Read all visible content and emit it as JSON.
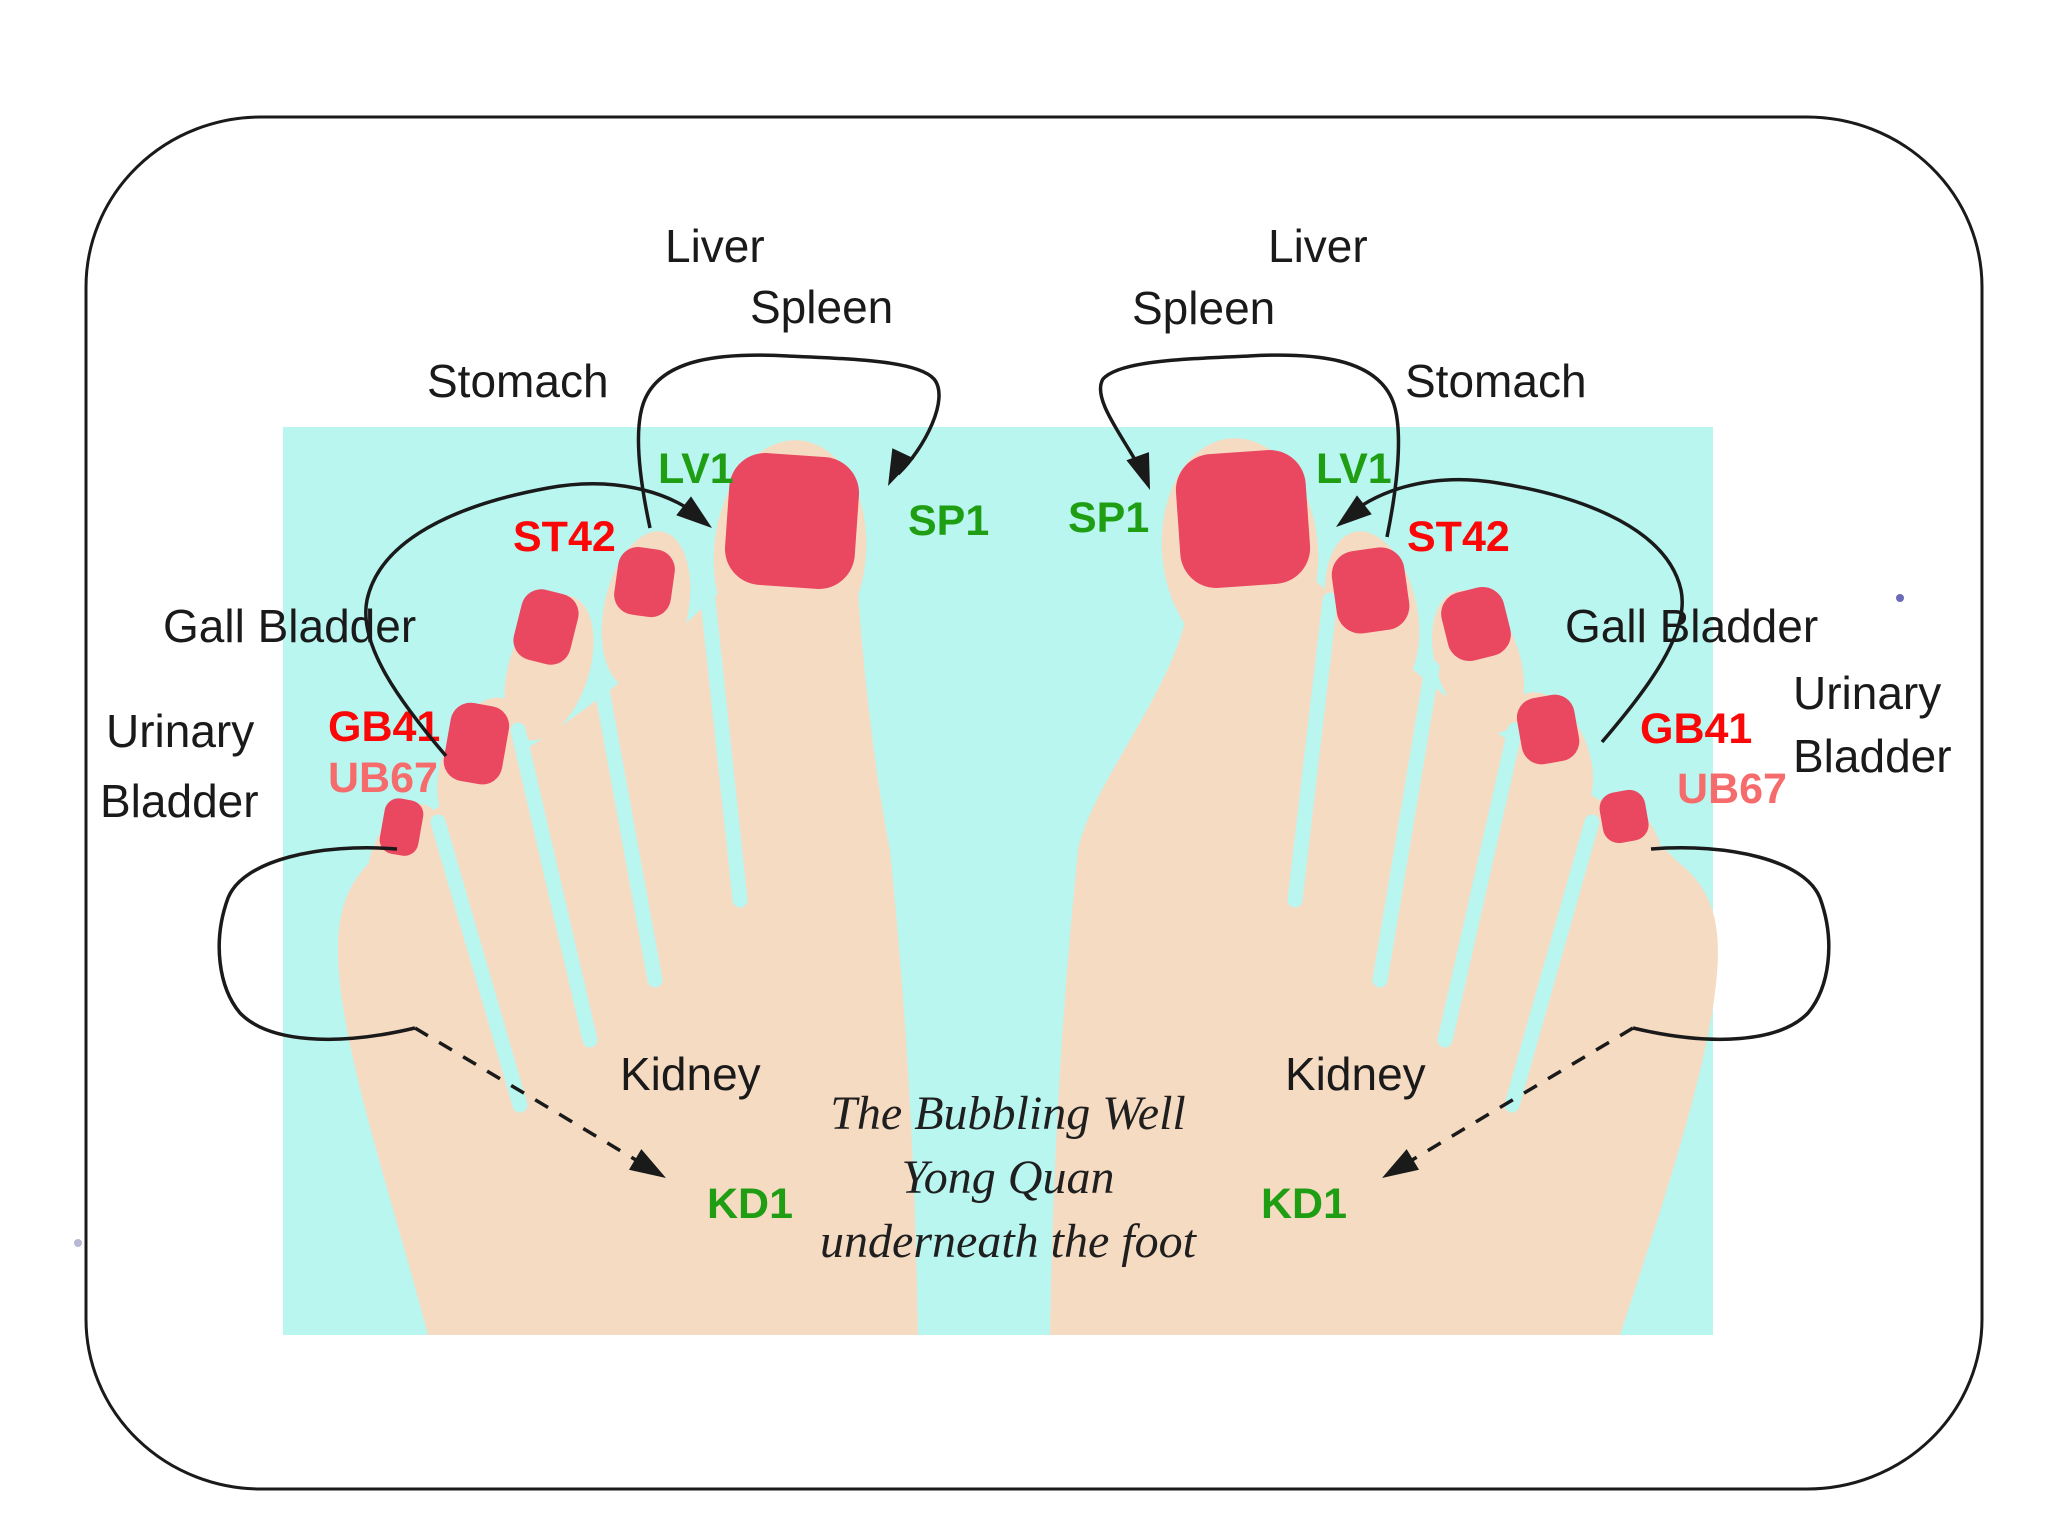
{
  "title": "Foot meridian acupoints diagram",
  "labels": {
    "liver": "Liver",
    "spleen": "Spleen",
    "stomach": "Stomach",
    "gall_bladder": "Gall Bladder",
    "urinary": "Urinary",
    "bladder": "Bladder",
    "kidney": "Kidney"
  },
  "points": {
    "lv1": "LV1",
    "sp1": "SP1",
    "st42": "ST42",
    "gb41": "GB41",
    "ub67": "UB67",
    "kd1": "KD1"
  },
  "caption": {
    "line1": "The Bubbling Well",
    "line2": "Yong Quan",
    "line3": "underneath the foot"
  },
  "colors": {
    "green": "#1f9e14",
    "red": "#fb0707",
    "salmon": "#f66b6b",
    "ink": "#1a1a1a",
    "caption": "#1f1f1f",
    "cyan": "#b9f6f0",
    "skin": "#f6dbc3",
    "nail": "#ea4760"
  }
}
